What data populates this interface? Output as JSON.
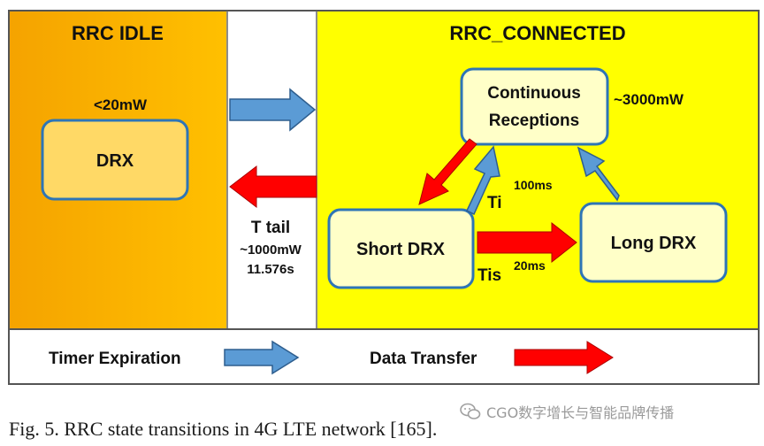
{
  "colors": {
    "idle_bg": "#F7B500",
    "connected_bg": "#FFFF00",
    "state_fill": "#FFFFC8",
    "drx_fill": "#FFD966",
    "state_border": "#2E75B6",
    "blue_arrow": "#5B9BD5",
    "red_arrow": "#FF0000"
  },
  "regions": {
    "idle_title": "RRC IDLE",
    "connected_title": "RRC_CONNECTED"
  },
  "states": {
    "drx": "DRX",
    "continuous_line1": "Continuous",
    "continuous_line2": "Receptions",
    "short_drx": "Short DRX",
    "long_drx": "Long DRX"
  },
  "labels": {
    "idle_power": "<20mW",
    "continuous_power": "~3000mW",
    "t_tail": "T tail",
    "tail_power": "~1000mW",
    "tail_time": "11.576s",
    "ti_symbol": "Ti",
    "ti_value": "100ms",
    "tis_symbol": "Tis",
    "tis_value": "20ms"
  },
  "legend": {
    "timer_expiration": "Timer Expiration",
    "data_transfer": "Data Transfer"
  },
  "caption": "Fig. 5.  RRC state transitions in 4G LTE network [165].",
  "watermark": "CGO数字增长与智能品牌传播"
}
